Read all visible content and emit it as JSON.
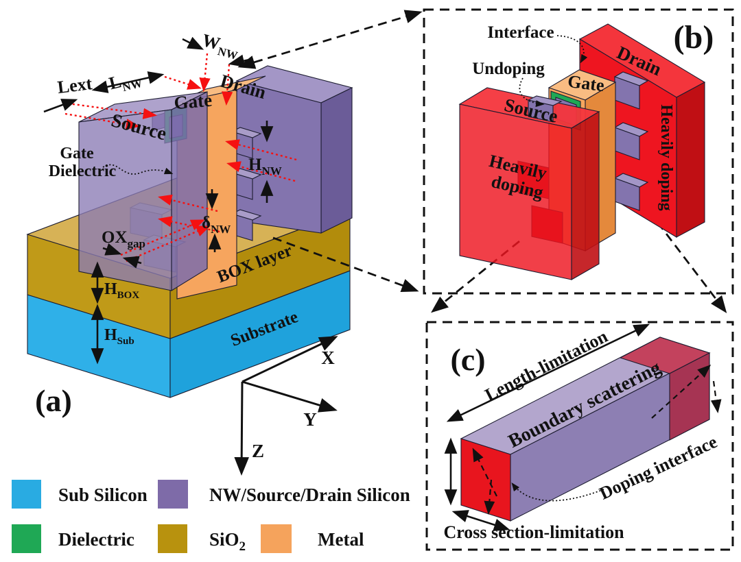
{
  "figure": {
    "description": "3D schematic of a silicon nanowire transistor with doping detail and nanowire limitation views"
  },
  "palette": {
    "sub_silicon": "#29abe2",
    "nw_source_drain_silicon": "#7e6ba8",
    "dielectric": "#1fa855",
    "sio2": "#b8920e",
    "metal": "#f5a35c",
    "heavy_doping_red": "#ee1520",
    "dimension_line_red": "#f51111"
  },
  "panel_a": {
    "tag": "(a)",
    "drain": "Drain",
    "gate": "Gate",
    "source": "Source",
    "gate_dielectric_1": "Gate",
    "gate_dielectric_2": "Dielectric",
    "box_layer": "BOX layer",
    "substrate": "Substrate",
    "lext": "Lext",
    "l": "L",
    "l_sub": "NW",
    "w": "W",
    "w_sub": "NW",
    "h": "H",
    "h_sub": "NW",
    "delta": "δ",
    "delta_sub": "NW",
    "ox": "OX",
    "ox_sub": "gap",
    "hbox": "H",
    "hbox_sub": "BOX",
    "hsub": "H",
    "hsub_sub": "Sub",
    "axis_x": "X",
    "axis_y": "Y",
    "axis_z": "Z"
  },
  "panel_b": {
    "tag": "(b)",
    "interface": "Interface",
    "undoping": "Undoping",
    "drain": "Drain",
    "gate": "Gate",
    "source": "Source",
    "heavily_1": "Heavily",
    "heavily_2": "doping",
    "heavily_vertical": "Heavily doping"
  },
  "panel_c": {
    "tag": "(c)",
    "length_limitation": "Length-limitation",
    "boundary_scattering": "Boundary scattering",
    "doping_interface": "Doping interface",
    "cross_section_limitation": "Cross section-limitation"
  },
  "legend": {
    "items": [
      {
        "label": "Sub Silicon",
        "color": "#29abe2"
      },
      {
        "label": "NW/Source/Drain Silicon",
        "color": "#7e6ba8"
      },
      {
        "label": "Dielectric",
        "color": "#1fa855"
      },
      {
        "label": "SiO",
        "sub": "2",
        "color": "#b8920e"
      },
      {
        "label": "Metal",
        "color": "#f5a35c"
      }
    ]
  }
}
